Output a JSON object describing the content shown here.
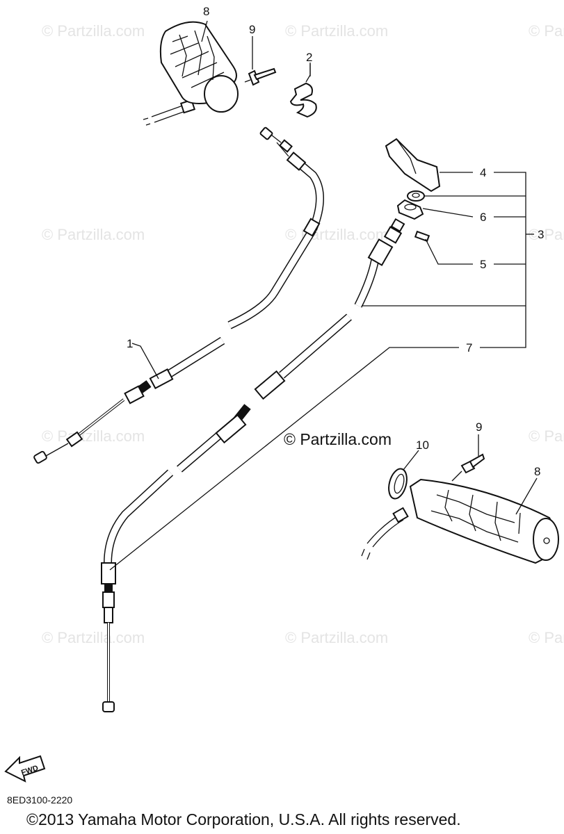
{
  "watermark": "© Partzilla.com",
  "watermark_main": "© Partzilla.com",
  "callouts": {
    "c1": "1",
    "c2": "2",
    "c3": "3",
    "c4": "4",
    "c5": "5",
    "c6": "6",
    "c7": "7",
    "c8a": "8",
    "c8b": "8",
    "c9a": "9",
    "c9b": "9",
    "c10": "10"
  },
  "fwd_label": "FWD",
  "part_code": "8ED3100-2220",
  "copyright": "©2013 Yamaha Motor Corporation, U.S.A. All rights reserved."
}
